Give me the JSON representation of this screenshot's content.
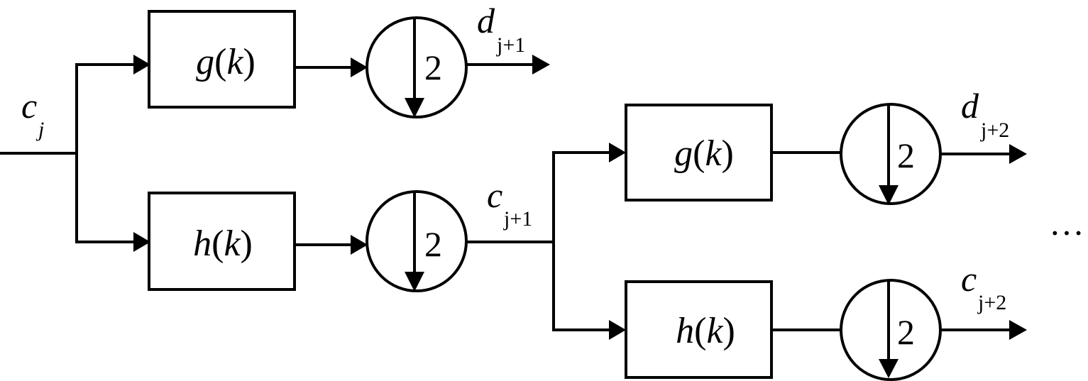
{
  "signals": {
    "c_j": {
      "base": "c",
      "sub": "j"
    },
    "d_j1": {
      "base": "d",
      "sub": "j+1"
    },
    "c_j1": {
      "base": "c",
      "sub": "j+1"
    },
    "d_j2": {
      "base": "d",
      "sub": "j+2"
    },
    "c_j2": {
      "base": "c",
      "sub": "j+2"
    }
  },
  "filters": {
    "g": {
      "name": "g",
      "arg": "k"
    },
    "h": {
      "name": "h",
      "arg": "k"
    }
  },
  "downsample_factor": "2",
  "continuation": "···"
}
